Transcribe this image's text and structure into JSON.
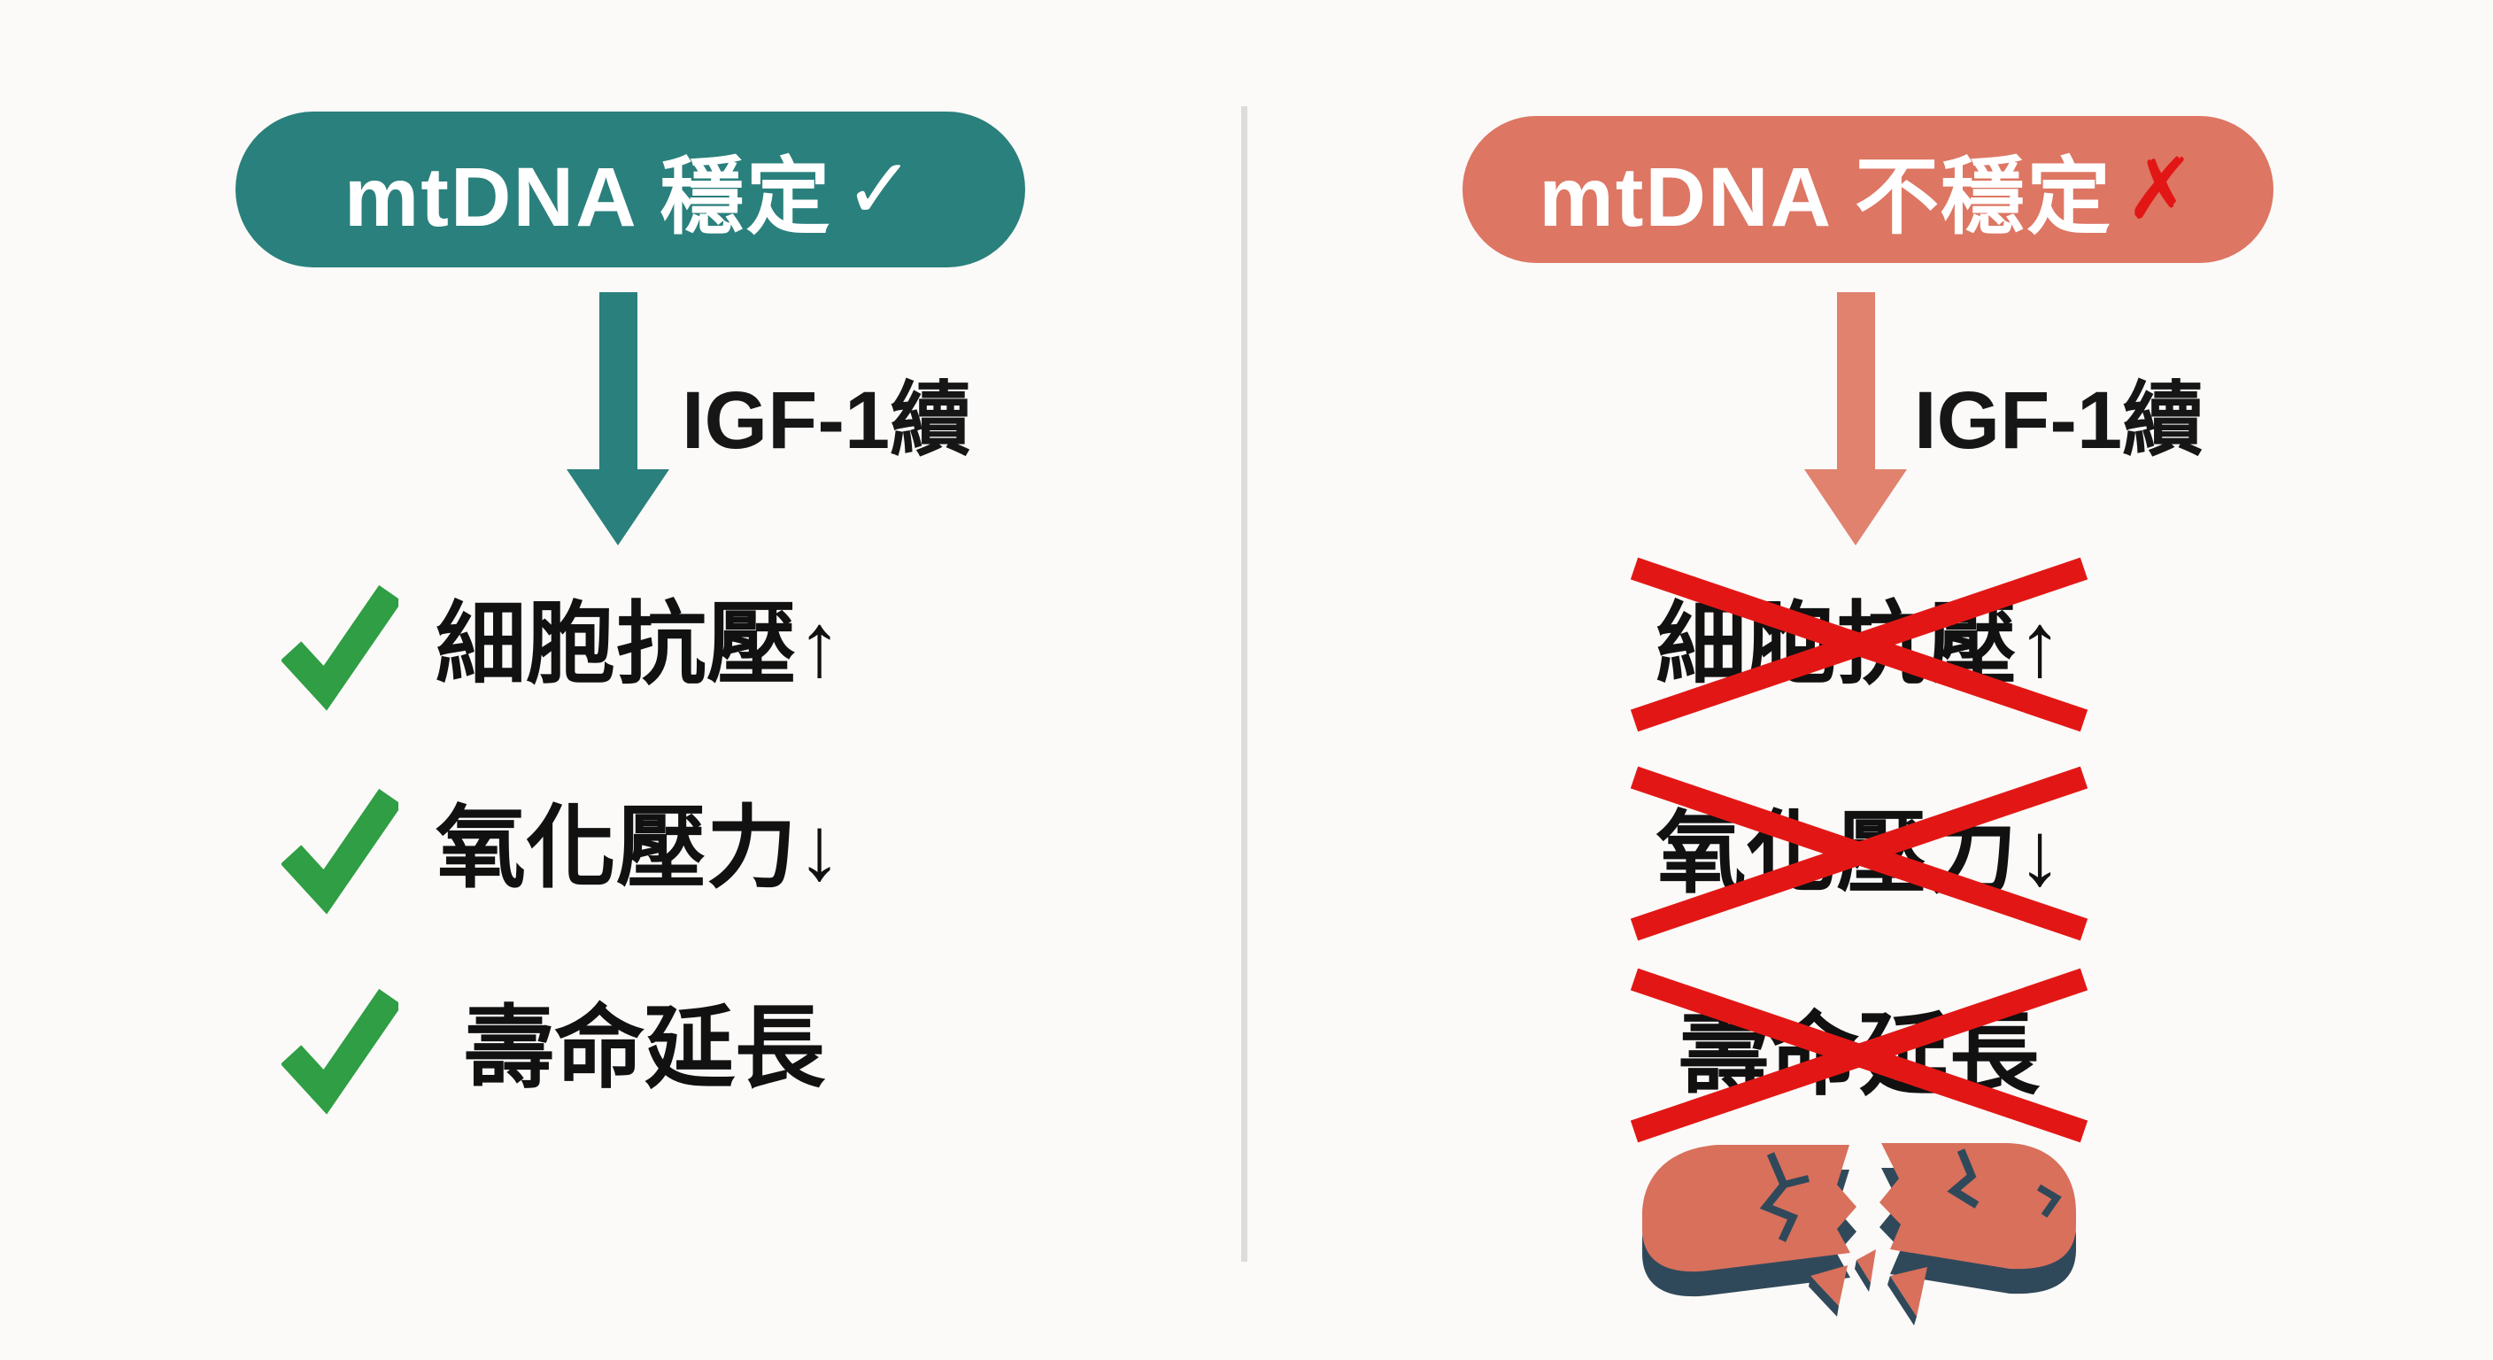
{
  "left_panel": {
    "header": {
      "label": "mtDNA 穩定",
      "check_glyph": "✓"
    },
    "arrow_label": "IGF-1續",
    "items": [
      {
        "label": "細胞抗壓↑"
      },
      {
        "label": "氧化壓力↓"
      },
      {
        "label": "壽命延長"
      }
    ]
  },
  "right_panel": {
    "header": {
      "label": "mtDNA 不穩定",
      "cross_glyph": "✗"
    },
    "arrow_label": "IGF-1續",
    "items": [
      {
        "label": "細胞抗壓↑"
      },
      {
        "label": "氧化壓力↓"
      },
      {
        "label": "壽命延長"
      }
    ]
  },
  "colors": {
    "background": "#fbfaf8",
    "teal_pill": "#2a807c",
    "salmon_pill": "#dd7663",
    "salmon_arrow": "#e0826d",
    "green_check": "#2f9e44",
    "red_cross": "#e21715",
    "text_dark": "#111111",
    "divider": "#dcdcdc",
    "capsule_top": "#d8705c",
    "capsule_side": "#30495a"
  }
}
